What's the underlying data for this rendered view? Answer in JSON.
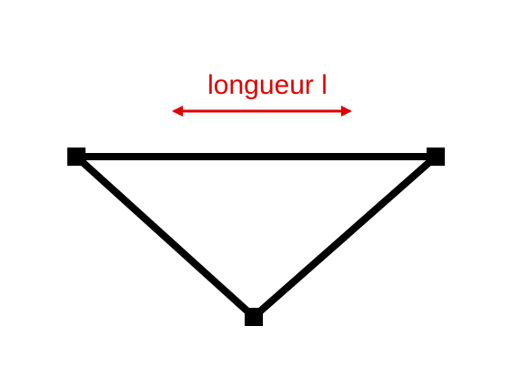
{
  "diagram": {
    "length_label": "longueur l"
  },
  "colors": {
    "annotation": "#e00000",
    "structure": "#000000",
    "background": "#ffffff"
  },
  "icons": {
    "dimension_arrow": "double-headed-arrow",
    "nodes": "square-node"
  }
}
